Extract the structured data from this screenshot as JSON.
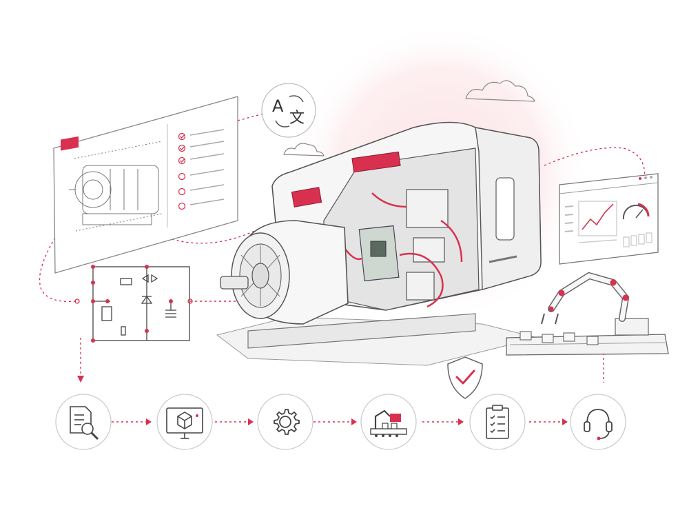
{
  "colors": {
    "accent": "#d9304f",
    "ink": "#3a3a3a",
    "line_light": "#9a9a9a",
    "glow": "#fbe3e6",
    "paper": "#ffffff"
  },
  "translate_badge": {
    "icon": "translate-icon",
    "glyph_latin": "A",
    "glyph_cjk": "文"
  },
  "document_panel": {
    "checklist": [
      {
        "state": "checked"
      },
      {
        "state": "checked"
      },
      {
        "state": "checked"
      },
      {
        "state": "unchecked"
      },
      {
        "state": "unchecked"
      },
      {
        "state": "unchecked"
      }
    ]
  },
  "dashboard": {
    "icon": "dashboard-window-icon"
  },
  "shield": {
    "icon": "shield-check-icon"
  },
  "workflow_steps": [
    {
      "icon": "document-search-icon"
    },
    {
      "icon": "cad-monitor-icon"
    },
    {
      "icon": "gear-icon"
    },
    {
      "icon": "assembly-robot-icon"
    },
    {
      "icon": "checklist-clipboard-icon"
    },
    {
      "icon": "headset-support-icon"
    }
  ]
}
